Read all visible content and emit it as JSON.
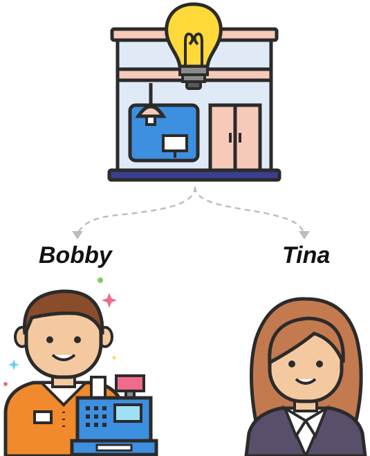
{
  "people": {
    "left": {
      "name": "Bobby",
      "role_icon": "cashier-with-register-icon"
    },
    "right": {
      "name": "Tina",
      "role_icon": "businesswoman-icon"
    }
  },
  "store": {
    "icon": "store-with-lightbulb-icon"
  },
  "connectors": {
    "style": "dashed",
    "color": "#bdbdbd"
  }
}
